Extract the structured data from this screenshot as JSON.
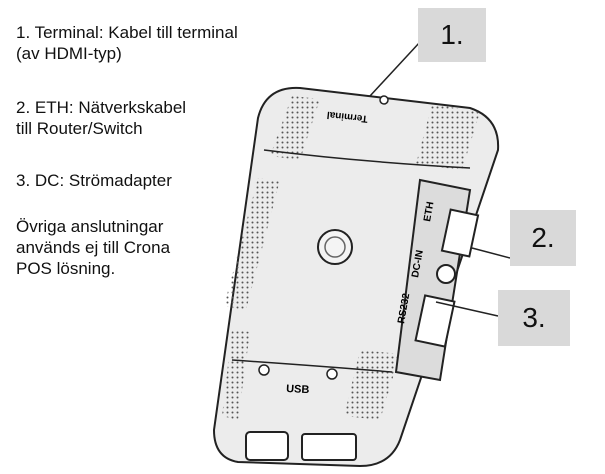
{
  "legend": {
    "terminal": {
      "line1": "1. Terminal: Kabel till terminal",
      "line2": "(av HDMI-typ)"
    },
    "eth": {
      "line1": "2. ETH: Nätverkskabel",
      "line2": "till Router/Switch"
    },
    "dc": {
      "line1": "3. DC: Strömadapter"
    },
    "other": {
      "line1": "Övriga anslutningar",
      "line2": "används ej till Crona",
      "line3": "POS lösning."
    }
  },
  "callouts": {
    "one": "1.",
    "two": "2.",
    "three": "3."
  },
  "device_labels": {
    "terminal": "Terminal",
    "eth": "ETH",
    "dc": "DC-IN",
    "rs232": "RS232",
    "usb": "USB"
  },
  "colors": {
    "callout_bg": "#d9d9d9",
    "device_body": "#ececec",
    "outline": "#222222"
  }
}
